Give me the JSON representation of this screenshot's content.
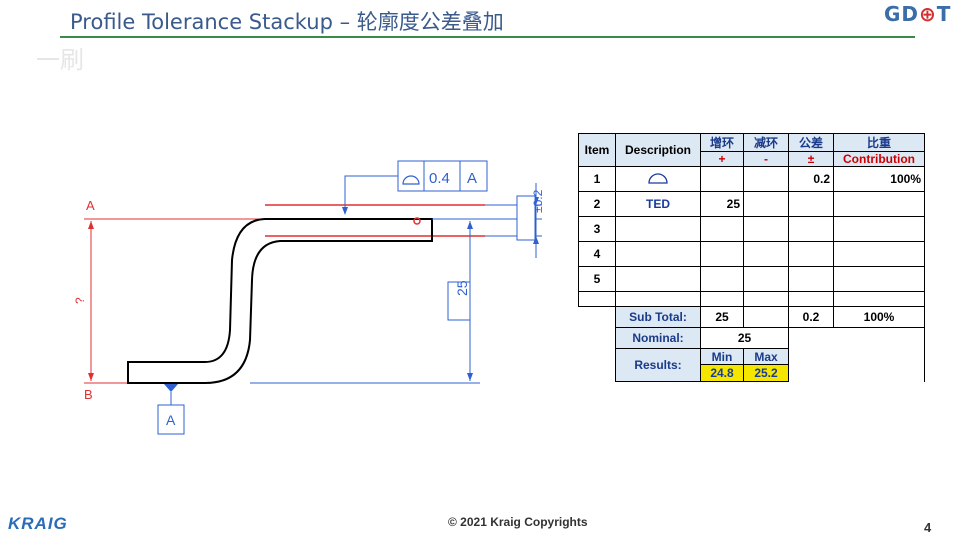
{
  "header": {
    "title": "Profile Tolerance Stackup – 轮廓度公差叠加",
    "logo_left": "GD",
    "logo_right": "T",
    "watermark": "一刷"
  },
  "drawing": {
    "datum_a": "A",
    "datum_b": "B",
    "unknown_dim": "?",
    "dim_25": "25",
    "tol_dim": "±0.2",
    "fcf_tolerance": "0.4",
    "fcf_datum": "A",
    "datum_box": "A",
    "colors": {
      "datum_line": "#e03030",
      "dim_line": "#3060d0",
      "part": "#000000"
    }
  },
  "table": {
    "headers": {
      "item": "Item",
      "description": "Description",
      "increase_cn": "增环",
      "decrease_cn": "减环",
      "tolerance_cn": "公差",
      "weight_cn": "比重",
      "plus": "+",
      "minus": "-",
      "pm": "±",
      "contribution": "Contribution"
    },
    "rows": [
      {
        "item": "1",
        "description": "",
        "plus": "",
        "minus": "",
        "tol": "0.2",
        "contribution": "100%"
      },
      {
        "item": "2",
        "description": "TED",
        "plus": "25",
        "minus": "",
        "tol": "",
        "contribution": ""
      },
      {
        "item": "3",
        "description": "",
        "plus": "",
        "minus": "",
        "tol": "",
        "contribution": ""
      },
      {
        "item": "4",
        "description": "",
        "plus": "",
        "minus": "",
        "tol": "",
        "contribution": ""
      },
      {
        "item": "5",
        "description": "",
        "plus": "",
        "minus": "",
        "tol": "",
        "contribution": ""
      }
    ],
    "subtotal": {
      "label": "Sub Total:",
      "plus": "25",
      "minus": "",
      "tol": "0.2",
      "contribution": "100%"
    },
    "nominal": {
      "label": "Nominal:",
      "value": "25"
    },
    "results": {
      "label": "Results:",
      "min_label": "Min",
      "max_label": "Max",
      "min": "24.8",
      "max": "25.2"
    }
  },
  "footer": {
    "brand": "KRAIG",
    "copyright": "© 2021 Kraig Copyrights",
    "page": "4"
  }
}
